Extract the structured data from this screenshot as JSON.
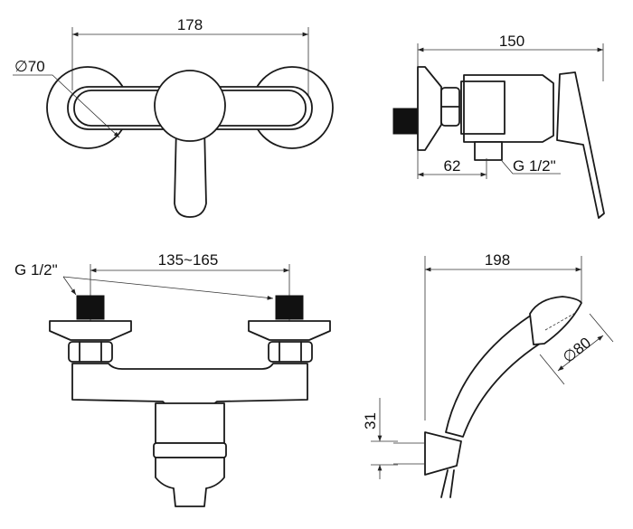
{
  "front_view": {
    "width_dim": "178",
    "rosette_dim": "∅70"
  },
  "side_view": {
    "depth_dim": "150",
    "outlet_offset_dim": "62",
    "outlet_thread": "G 1/2\""
  },
  "bottom_view": {
    "inlet_thread": "G 1/2\"",
    "centres_dim": "135~165"
  },
  "hand_shower": {
    "length_dim": "198",
    "head_dim": "∅80",
    "bracket_dim": "31"
  },
  "colors": {
    "line": "#1a1a1a",
    "background": "#ffffff"
  }
}
